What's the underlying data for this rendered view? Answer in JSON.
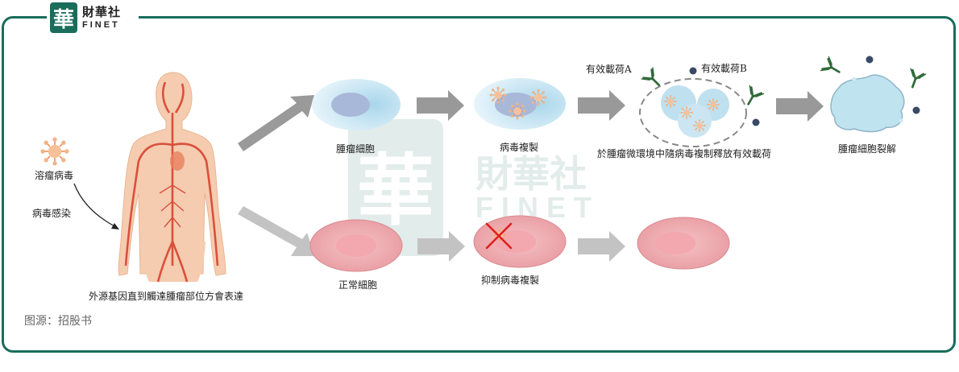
{
  "brand": {
    "logo_char": "華",
    "name_zh": "財華社",
    "name_en": "FINET"
  },
  "watermark": {
    "char": "華",
    "name_zh": "財華社",
    "name_en": "FINET"
  },
  "labels": {
    "oncolytic_virus": "溶瘤病毒",
    "virus_infection": "病毒感染",
    "body_caption": "外源基因直到觸達腫瘤部位方會表達",
    "tumor_cell": "腫瘤細胞",
    "virus_replication": "病毒複製",
    "payload_a": "有效載荷A",
    "payload_b": "有效載荷B",
    "payload_release": "於腫瘤微環境中隨病毒複制釋放有效載荷",
    "tumor_lysis": "腫瘤細胞裂解",
    "normal_cell": "正常細胞",
    "inhibit_replication": "抑制病毒複製"
  },
  "source": "图源：招股书",
  "colors": {
    "frame": "#1a6d5b",
    "arrow": "#999999",
    "tumor": "#bfe0ef",
    "normal": "#e9a3a8",
    "virus": "#f0a679"
  }
}
